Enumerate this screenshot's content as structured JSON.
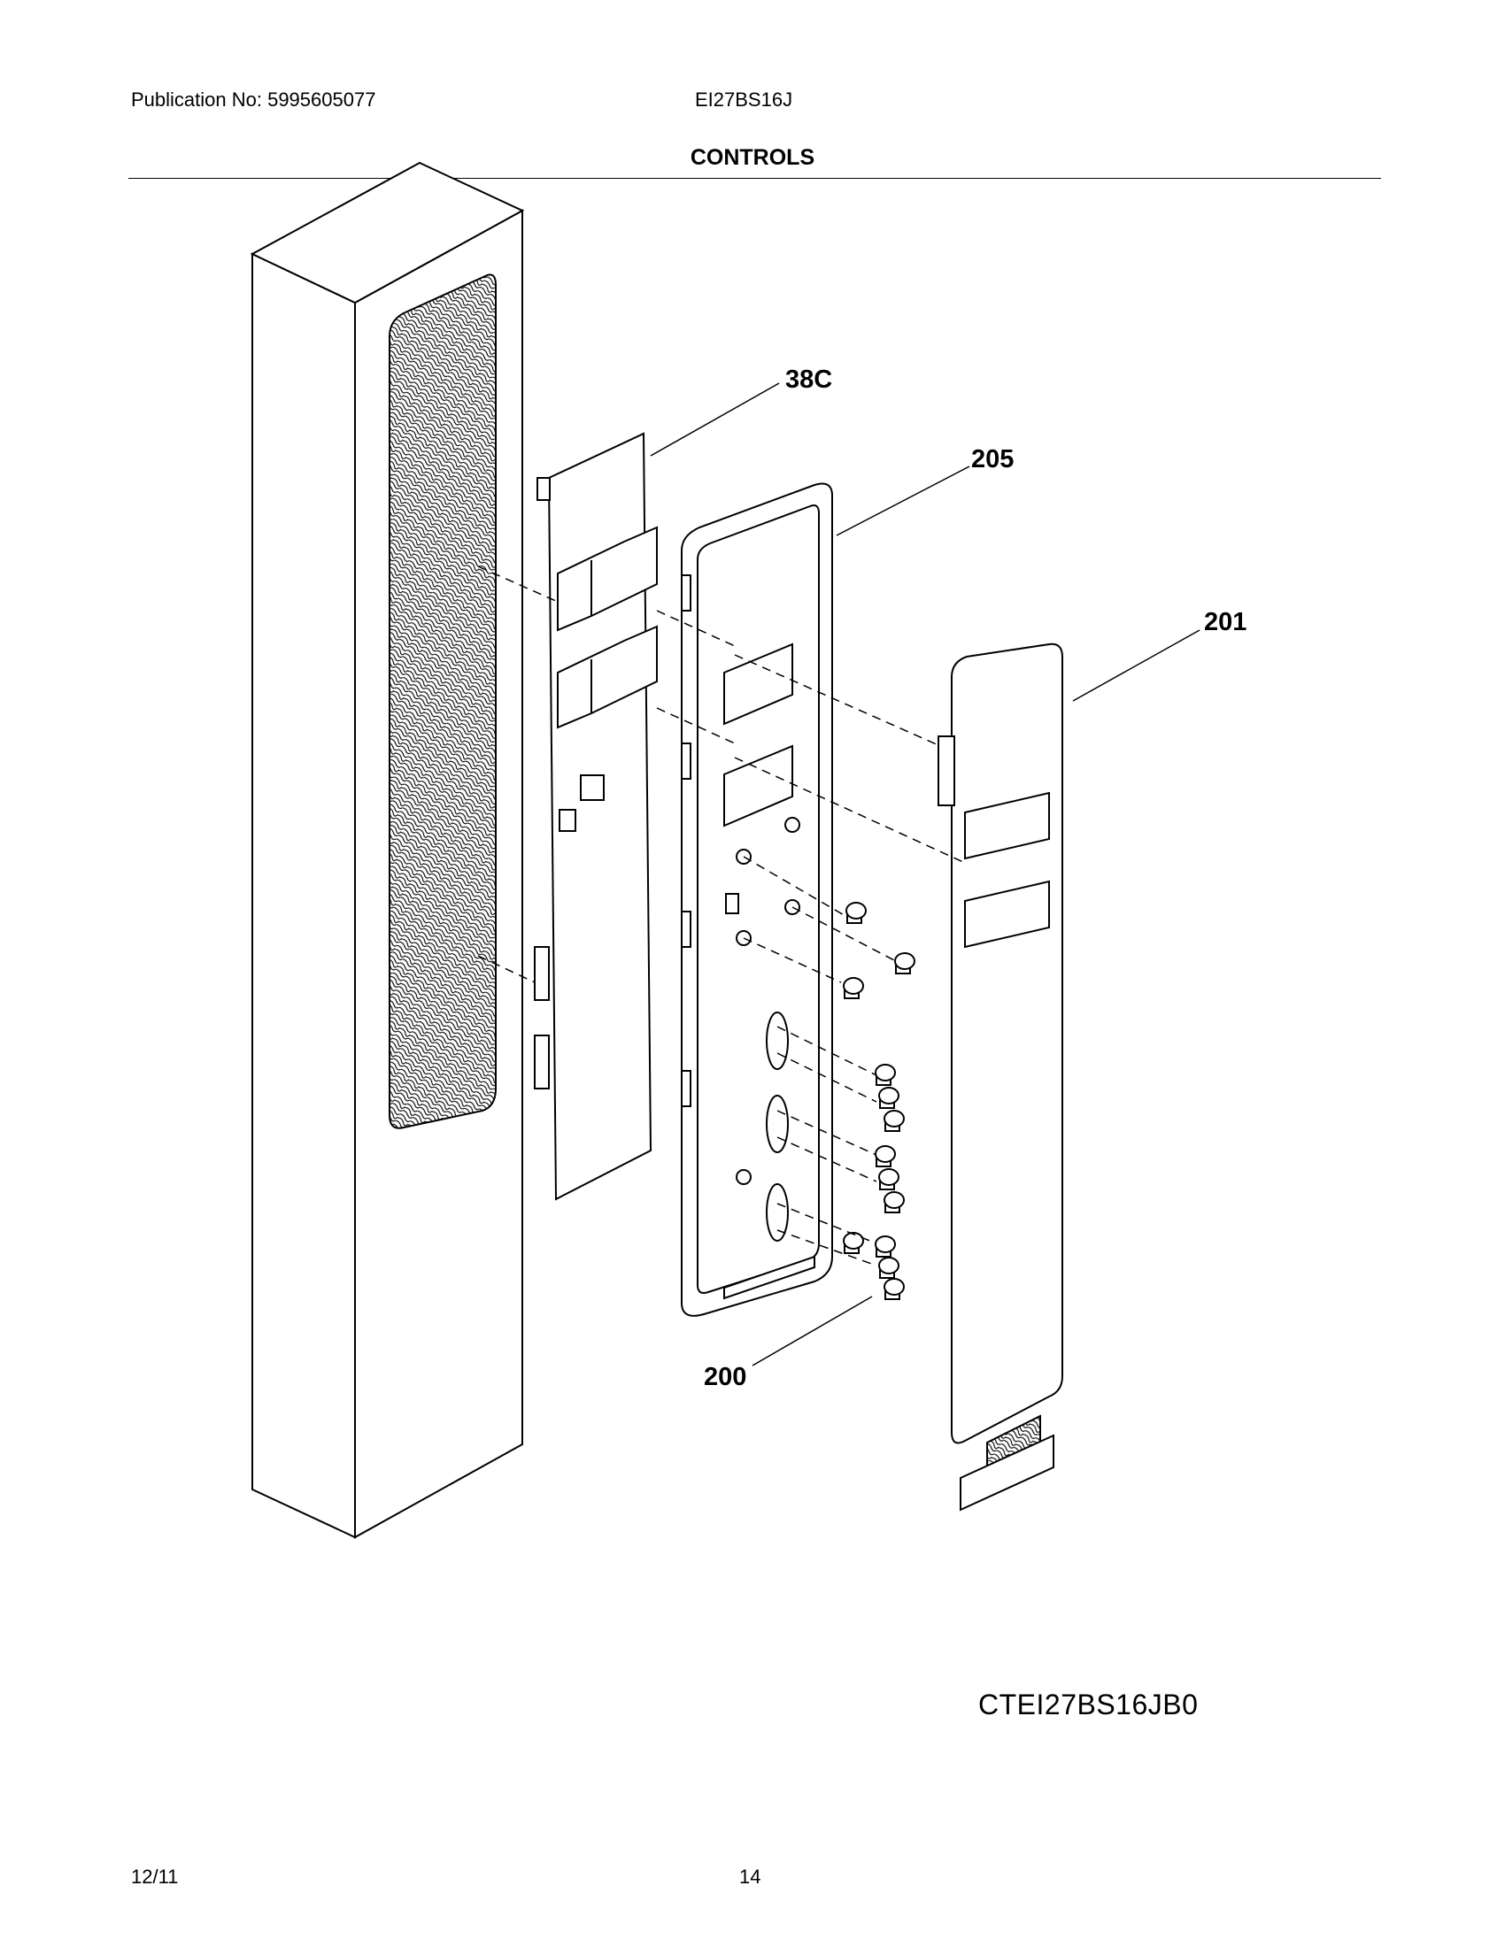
{
  "header": {
    "publication": "Publication No: 5995605077",
    "model": "EI27BS16J",
    "section_title": "CONTROLS"
  },
  "callouts": {
    "part_38c": "38C",
    "part_205": "205",
    "part_201": "201",
    "part_200": "200"
  },
  "drawing_code": "CTEI27BS16JB0",
  "footer": {
    "date": "12/11",
    "page": "14"
  }
}
